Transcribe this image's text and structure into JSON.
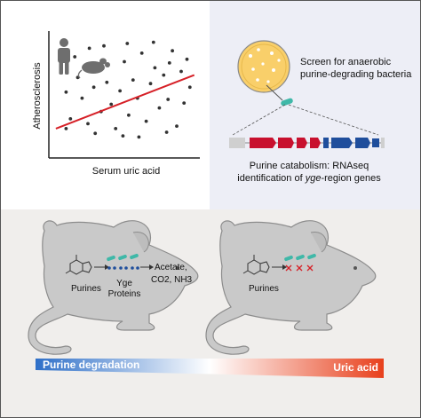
{
  "chart_data": {
    "type": "scatter",
    "xlabel": "Serum uric acid",
    "ylabel": "Atherosclerosis",
    "xlim": [
      0,
      10
    ],
    "ylim": [
      0,
      10
    ],
    "points": [
      [
        1.0,
        5.2
      ],
      [
        1.3,
        3.0
      ],
      [
        1.8,
        6.4
      ],
      [
        2.1,
        4.7
      ],
      [
        2.5,
        2.6
      ],
      [
        2.9,
        5.6
      ],
      [
        3.2,
        7.1
      ],
      [
        3.4,
        3.6
      ],
      [
        3.8,
        6.0
      ],
      [
        4.1,
        4.2
      ],
      [
        4.4,
        2.2
      ],
      [
        4.7,
        5.3
      ],
      [
        5.0,
        7.7
      ],
      [
        5.3,
        3.3
      ],
      [
        5.6,
        6.2
      ],
      [
        5.9,
        4.7
      ],
      [
        6.2,
        8.4
      ],
      [
        6.5,
        2.8
      ],
      [
        6.8,
        5.9
      ],
      [
        7.1,
        7.2
      ],
      [
        7.4,
        3.9
      ],
      [
        7.7,
        6.6
      ],
      [
        8.0,
        4.6
      ],
      [
        8.3,
        8.6
      ],
      [
        8.6,
        2.4
      ],
      [
        8.9,
        6.9
      ],
      [
        9.1,
        4.3
      ],
      [
        9.3,
        7.9
      ],
      [
        1.6,
        8.1
      ],
      [
        2.6,
        8.8
      ],
      [
        3.6,
        9.0
      ],
      [
        4.9,
        1.6
      ],
      [
        6.0,
        1.5
      ],
      [
        7.9,
        1.9
      ],
      [
        9.5,
        5.6
      ],
      [
        5.2,
        9.2
      ],
      [
        7.0,
        9.3
      ],
      [
        8.1,
        7.6
      ],
      [
        1.0,
        2.2
      ],
      [
        3.0,
        1.8
      ]
    ],
    "trendline": [
      [
        0.3,
        2.2
      ],
      [
        9.8,
        6.6
      ]
    ],
    "grid": false
  },
  "diagram": {
    "screen_label": "Screen for anaerobic purine-degrading bacteria",
    "screen_lines": [
      "Screen for anaerobic",
      "purine-degrading bacteria"
    ],
    "catabolism_line1": "Purine catabolism: RNAseq",
    "catabolism_line2_prefix": "identification of ",
    "catabolism_line2_italic": "yge",
    "catabolism_line2_suffix": "-region genes",
    "left_mouse": {
      "purines": "Purines",
      "proteins_line1": "Yge",
      "proteins_line2": "Proteins",
      "products_line1": "Acetate,",
      "products_line2": "CO2, NH3"
    },
    "right_mouse": {
      "purines": "Purines"
    },
    "gradient": {
      "left_label": "Purine degradation",
      "right_label": "Uric acid",
      "left_color": "#2e6fc8",
      "right_color": "#e8401c"
    }
  },
  "colors": {
    "top_left_bg": "#ffffff",
    "top_right_bg": "#edeef6",
    "bottom_bg": "#f0eeec",
    "trend": "#d62027",
    "dots": "#333333",
    "plate": "#f9cf6a",
    "mouse": "#c9c9c9",
    "gene_red": "#c8102e",
    "gene_blue": "#1f4e9c",
    "bacterium": "#3fb8a8"
  }
}
